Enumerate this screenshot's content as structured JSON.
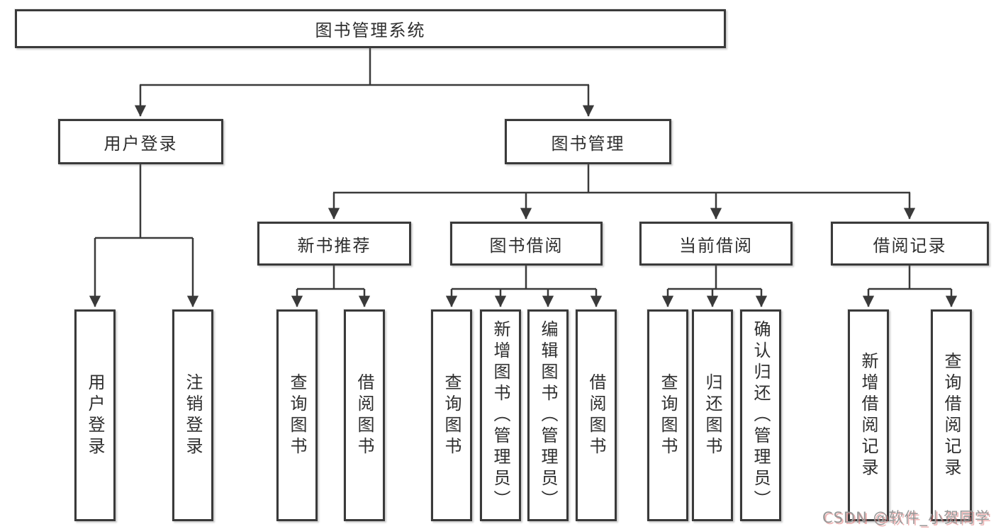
{
  "diagram": {
    "root": {
      "label": "图书管理系统"
    },
    "level1": [
      {
        "label": "用户登录"
      },
      {
        "label": "图书管理"
      }
    ],
    "level2": [
      {
        "label": "新书推荐"
      },
      {
        "label": "图书借阅"
      },
      {
        "label": "当前借阅"
      },
      {
        "label": "借阅记录"
      }
    ],
    "leaves": [
      {
        "label": "用户登录"
      },
      {
        "label": "注销登录"
      },
      {
        "label": "查询图书"
      },
      {
        "label": "借阅图书"
      },
      {
        "label": "查询图书"
      },
      {
        "label": "新增图书（管理员）"
      },
      {
        "label": "编辑图书（管理员）"
      },
      {
        "label": "借阅图书"
      },
      {
        "label": "查询图书"
      },
      {
        "label": "归还图书"
      },
      {
        "label": "确认归还（管理员）"
      },
      {
        "label": "新增借阅记录"
      },
      {
        "label": "查询借阅记录"
      }
    ]
  },
  "watermark": {
    "text": "CSDN @软件_小贺同学"
  },
  "colors": {
    "line": "#3a3a3a",
    "box_border": "#3a3a3a",
    "text": "#2e2e2e",
    "watermark_gray": "#979797",
    "watermark_red": "#de7676",
    "background": "#ffffff"
  }
}
